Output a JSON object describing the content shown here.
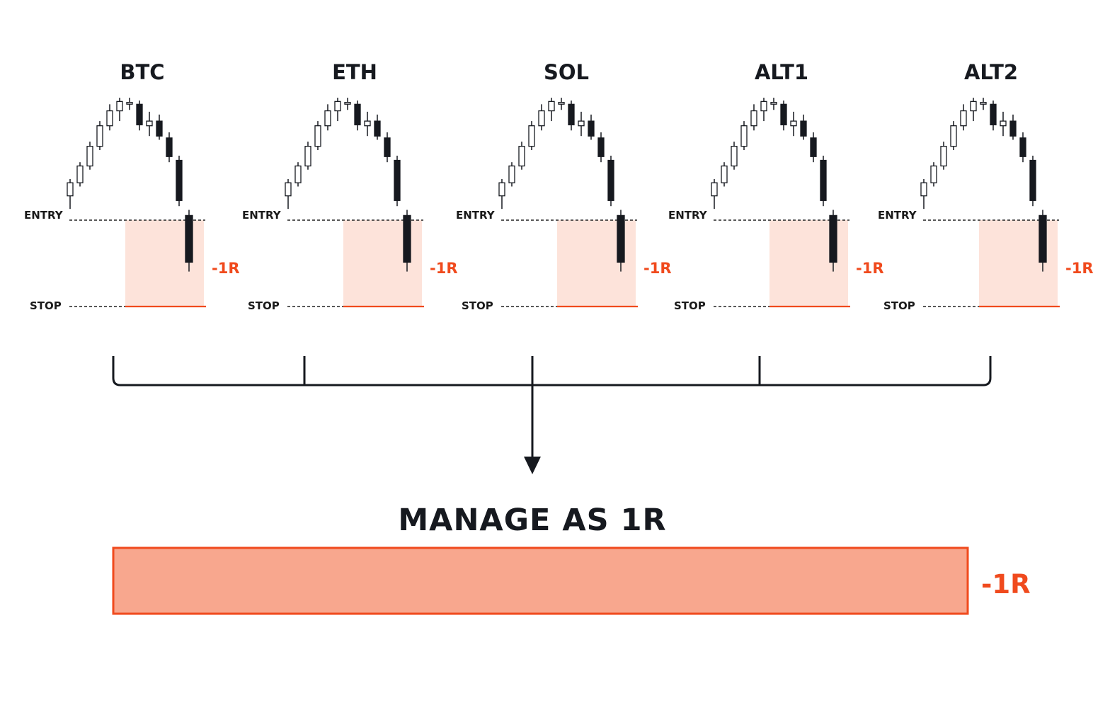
{
  "colors": {
    "loss": "#f04a1d",
    "loss_zone_fill": "#fde3da",
    "total_bar_fill": "#f8a78e",
    "ink": "#16191f"
  },
  "level_labels": {
    "entry": "ENTRY",
    "stop": "STOP"
  },
  "assets": [
    {
      "name": "BTC",
      "result": "-1R"
    },
    {
      "name": "ETH",
      "result": "-1R"
    },
    {
      "name": "SOL",
      "result": "-1R"
    },
    {
      "name": "ALT1",
      "result": "-1R"
    },
    {
      "name": "ALT2",
      "result": "-1R"
    }
  ],
  "candles": [
    {
      "open": 2.6,
      "high": 4.4,
      "low": 1.2,
      "close": 4.0
    },
    {
      "open": 4.0,
      "high": 6.2,
      "low": 3.6,
      "close": 5.8
    },
    {
      "open": 5.8,
      "high": 8.4,
      "low": 5.4,
      "close": 7.9
    },
    {
      "open": 7.9,
      "high": 10.6,
      "low": 7.5,
      "close": 10.1
    },
    {
      "open": 10.1,
      "high": 12.4,
      "low": 9.6,
      "close": 11.7
    },
    {
      "open": 11.7,
      "high": 13.1,
      "low": 10.6,
      "close": 12.7
    },
    {
      "open": 12.5,
      "high": 13.1,
      "low": 11.8,
      "close": 12.6
    },
    {
      "open": 12.4,
      "high": 12.8,
      "low": 9.6,
      "close": 10.2
    },
    {
      "open": 10.1,
      "high": 11.6,
      "low": 9.0,
      "close": 10.6
    },
    {
      "open": 10.6,
      "high": 11.3,
      "low": 8.6,
      "close": 9.0
    },
    {
      "open": 8.8,
      "high": 9.4,
      "low": 6.2,
      "close": 6.8
    },
    {
      "open": 6.4,
      "high": 6.9,
      "low": 1.5,
      "close": 2.1
    },
    {
      "open": 0.5,
      "high": 1.1,
      "low": -5.5,
      "close": -4.5
    }
  ],
  "headline": "MANAGE AS 1R",
  "total_result": "-1R"
}
